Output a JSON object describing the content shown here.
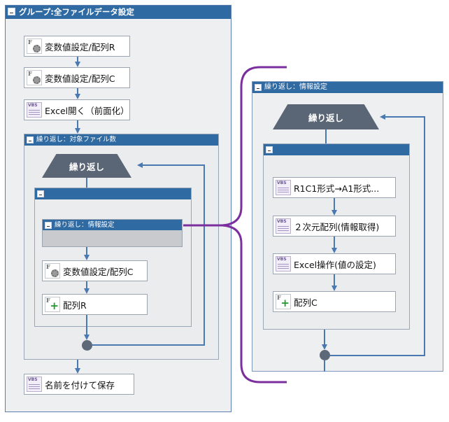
{
  "main_group": {
    "title": "グループ:全ファイルデータ設定"
  },
  "main_steps": [
    {
      "label": "変数値設定/配列R",
      "icon": "function-gear-icon"
    },
    {
      "label": "変数値設定/配列C",
      "icon": "function-gear-icon"
    },
    {
      "label": "Excel開く（前面化）",
      "icon": "vbs-script-icon"
    }
  ],
  "outer_loop": {
    "title": "繰り返し：対象ファイル数",
    "header_label": "繰り返し",
    "collapsed_subloop_title": "繰り返し：情報設定",
    "steps": [
      {
        "label": "変数値設定/配列C",
        "icon": "function-gear-icon"
      },
      {
        "label": "配列R",
        "icon": "function-plus-icon"
      }
    ]
  },
  "final_step": {
    "label": "名前を付けて保存",
    "icon": "vbs-script-icon"
  },
  "detail_loop": {
    "title": "繰り返し：情報設定",
    "header_label": "繰り返し",
    "steps": [
      {
        "label": "R1C1形式→A1形式...",
        "icon": "vbs-script-icon"
      },
      {
        "label": "２次元配列(情報取得)",
        "icon": "vbs-script-icon"
      },
      {
        "label": "Excel操作(値の設定)",
        "icon": "vbs-script-icon"
      },
      {
        "label": "配列C",
        "icon": "function-plus-icon"
      }
    ]
  },
  "colors": {
    "header_blue": "#2f6aa3",
    "connector_blue": "#4a78b0",
    "callout_purple": "#7b2f9e",
    "loop_header_gray": "#5a6675"
  }
}
